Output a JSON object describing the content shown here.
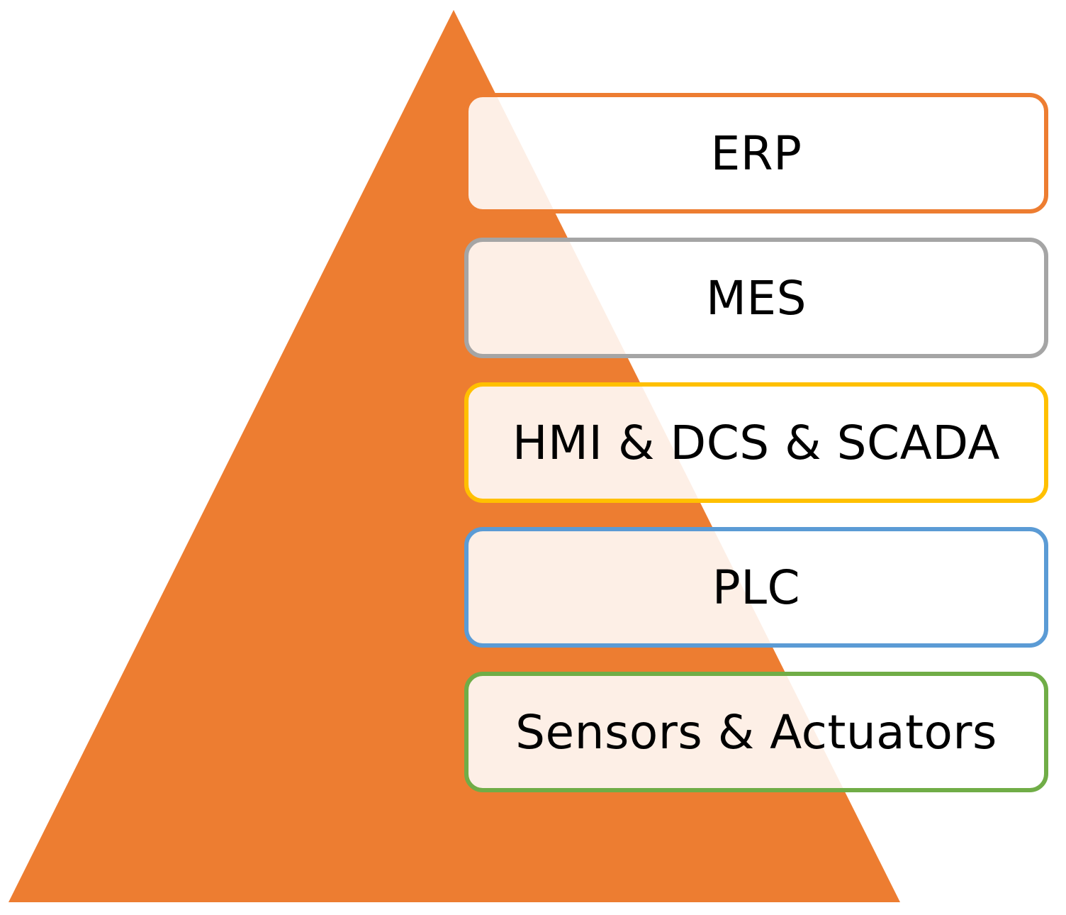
{
  "diagram": {
    "pyramid_color": "#ED7D31",
    "layers": [
      {
        "label": "ERP",
        "border_color": "#ED7D31"
      },
      {
        "label": "MES",
        "border_color": "#A5A5A5"
      },
      {
        "label": "HMI & DCS & SCADA",
        "border_color": "#FFC000"
      },
      {
        "label": "PLC",
        "border_color": "#5B9BD5"
      },
      {
        "label": "Sensors & Actuators",
        "border_color": "#70AD47"
      }
    ]
  }
}
